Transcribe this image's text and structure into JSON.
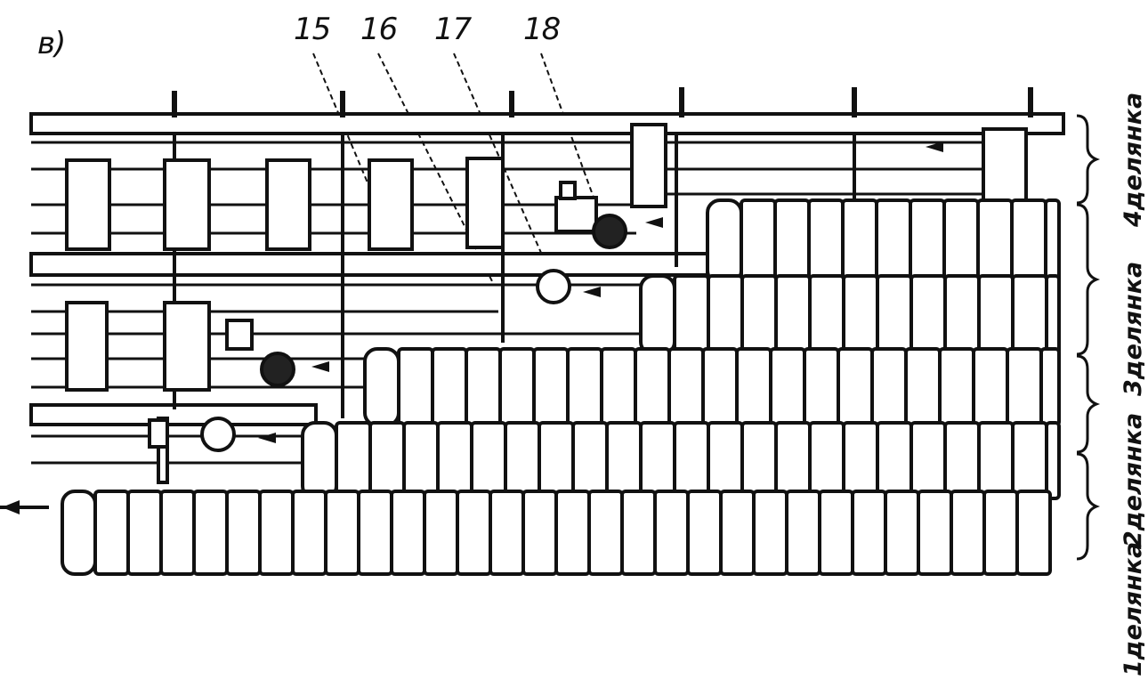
{
  "figure": {
    "panel_label": "в)",
    "callouts": [
      {
        "id": "15",
        "label": "15"
      },
      {
        "id": "16",
        "label": "16"
      },
      {
        "id": "17",
        "label": "17"
      },
      {
        "id": "18",
        "label": "18"
      }
    ],
    "zones": [
      {
        "id": "zone-1",
        "label": "1делянка"
      },
      {
        "id": "zone-2",
        "label": "2делянка"
      },
      {
        "id": "zone-3",
        "label": "3делянка"
      },
      {
        "id": "zone-4",
        "label": "4делянка"
      }
    ],
    "colors": {
      "ink": "#111111",
      "paper": "#ffffff"
    },
    "icons": [
      "arrow-left-icon",
      "flow-arrow-icon",
      "pump-circle-icon",
      "hatched-plug-icon"
    ]
  }
}
